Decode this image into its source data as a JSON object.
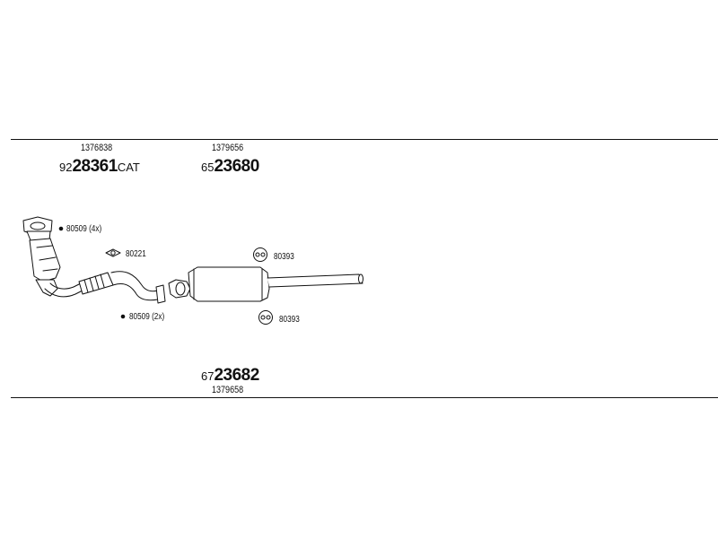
{
  "parts": {
    "catalytic_converter": {
      "ref": "1376838",
      "prefix": "92",
      "main": "28361",
      "suffix": "CAT"
    },
    "front_muffler": {
      "ref": "1379656",
      "prefix": "65",
      "main": "23680",
      "suffix": ""
    },
    "rear_assembly": {
      "ref": "1379658",
      "prefix": "67",
      "main": "23682",
      "suffix": ""
    }
  },
  "callouts": {
    "bolt_top": "80509 (4x)",
    "gasket": "80221",
    "bolt_bottom": "80509 (2x)",
    "hanger_top": "80393",
    "hanger_bottom": "80393"
  },
  "colors": {
    "line": "#111111",
    "fill": "#ffffff",
    "shade": "#cfcfcf"
  }
}
